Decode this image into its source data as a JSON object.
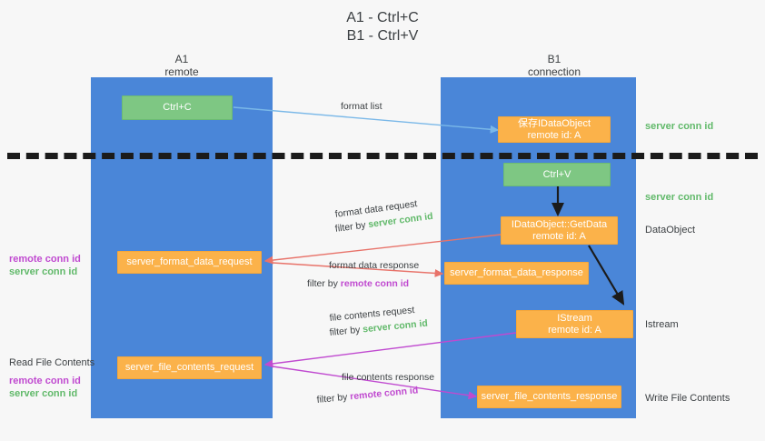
{
  "title": {
    "line1": "A1 - Ctrl+C",
    "line2": "B1 - Ctrl+V"
  },
  "columns": [
    {
      "name": "A1",
      "sub": "remote"
    },
    {
      "name": "B1",
      "sub": "connection"
    }
  ],
  "colors": {
    "lane": "#4a86d8",
    "green_box": "#7ec783",
    "orange_box": "#fbb24a",
    "server_conn_id": "#61b96a",
    "remote_conn_id": "#c04ad0",
    "arrow_blue": "#7ab8e8",
    "arrow_red": "#e8736a",
    "arrow_magenta": "#c04ad0",
    "arrow_black": "#1b1b1b",
    "divider": "#1b1b1b",
    "background": "#f7f7f7"
  },
  "boxes": {
    "ctrl_c": "Ctrl+C",
    "ctrl_v": "Ctrl+V",
    "save_idataobject_l1": "保存IDataObject",
    "save_idataobject_l2": "remote id: A",
    "getdata_l1": "IDataObject::GetData",
    "getdata_l2": "remote id: A",
    "istream_l1": "IStream",
    "istream_l2": "remote id: A",
    "server_format_data_request": "server_format_data_request",
    "server_format_data_response": "server_format_data_response",
    "server_file_contents_request": "server_file_contents_request",
    "server_file_contents_response": "server_file_contents_response"
  },
  "arrow_labels": {
    "format_list": "format list",
    "format_data_request": "format data request",
    "format_data_request_filter_prefix": "filter by ",
    "format_data_request_filter_key": "server conn id",
    "format_data_response": "format data response",
    "format_data_response_filter_prefix": "filter by ",
    "format_data_response_filter_key": "remote conn id",
    "file_contents_request": "file contents request",
    "file_contents_request_filter_prefix": "filter by ",
    "file_contents_request_filter_key": "server conn id",
    "file_contents_response": "file contents response",
    "file_contents_response_filter_prefix": "filter by ",
    "file_contents_response_filter_key": "remote conn id"
  },
  "right_annotations": {
    "server_conn_id_1": "server conn id",
    "server_conn_id_2": "server conn id",
    "dataobject": "DataObject",
    "istream": "Istream",
    "write_file_contents": "Write File Contents"
  },
  "left_annotations": {
    "remote_conn_id_1": "remote conn id",
    "server_conn_id_1": "server conn id",
    "read_file_contents": "Read File Contents",
    "remote_conn_id_2": "remote conn id",
    "server_conn_id_2": "server conn id"
  }
}
